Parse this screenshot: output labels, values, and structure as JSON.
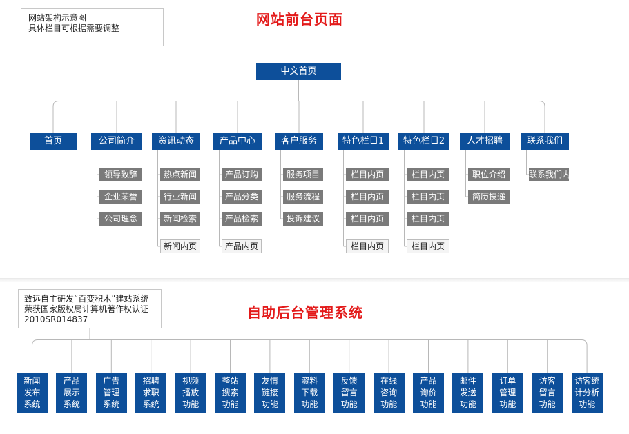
{
  "top_note": [
    "网站架构示意图",
    "具体栏目可根据需要调整"
  ],
  "front_title": "网站前台页面",
  "root": "中文首页",
  "categories": [
    {
      "label": "首页",
      "items": []
    },
    {
      "label": "公司简介",
      "items": [
        "领导致辞",
        "企业荣誉",
        "公司理念"
      ]
    },
    {
      "label": "资讯动态",
      "items": [
        "热点新闻",
        "行业新闻",
        "新闻检索"
      ],
      "page": "新闻内页"
    },
    {
      "label": "产品中心",
      "items": [
        "产品订购",
        "产品分类",
        "产品检索"
      ],
      "page": "产品内页"
    },
    {
      "label": "客户服务",
      "items": [
        "服务项目",
        "服务流程",
        "投诉建议"
      ]
    },
    {
      "label": "特色栏目1",
      "items": [
        "栏目内页",
        "栏目内页",
        "栏目内页"
      ],
      "page": "栏目内页"
    },
    {
      "label": "特色栏目2",
      "items": [
        "栏目内页",
        "栏目内页",
        "栏目内页"
      ],
      "page": "栏目内页"
    },
    {
      "label": "人才招聘",
      "items": [
        "职位介绍",
        "简历投递"
      ]
    },
    {
      "label": "联系我们",
      "items": [
        "联系我们内页"
      ]
    }
  ],
  "bottom_note": [
    "致远自主研发“百变积木”建站系统",
    "荣获国家版权局计算机著作权认证",
    "2010SR014837"
  ],
  "back_title": "自助后台管理系统",
  "functions": [
    [
      "新闻",
      "发布",
      "系统"
    ],
    [
      "产品",
      "展示",
      "系统"
    ],
    [
      "广告",
      "管理",
      "系统"
    ],
    [
      "招聘",
      "求职",
      "系统"
    ],
    [
      "视频",
      "播放",
      "功能"
    ],
    [
      "整站",
      "搜索",
      "功能"
    ],
    [
      "友情",
      "链接",
      "功能"
    ],
    [
      "资料",
      "下载",
      "功能"
    ],
    [
      "反馈",
      "留言",
      "功能"
    ],
    [
      "在线",
      "咨询",
      "功能"
    ],
    [
      "产品",
      "询价",
      "功能"
    ],
    [
      "邮件",
      "发送",
      "功能"
    ],
    [
      "订单",
      "管理",
      "功能"
    ],
    [
      "访客",
      "留言",
      "功能"
    ],
    [
      "访客统",
      "计分析",
      "功能"
    ]
  ],
  "colors": {
    "title_red": "#e31a1a",
    "box_blue": "#0d4f9a",
    "sub_gray": "#7a7a7a",
    "line_gray": "#b8b8b8"
  }
}
